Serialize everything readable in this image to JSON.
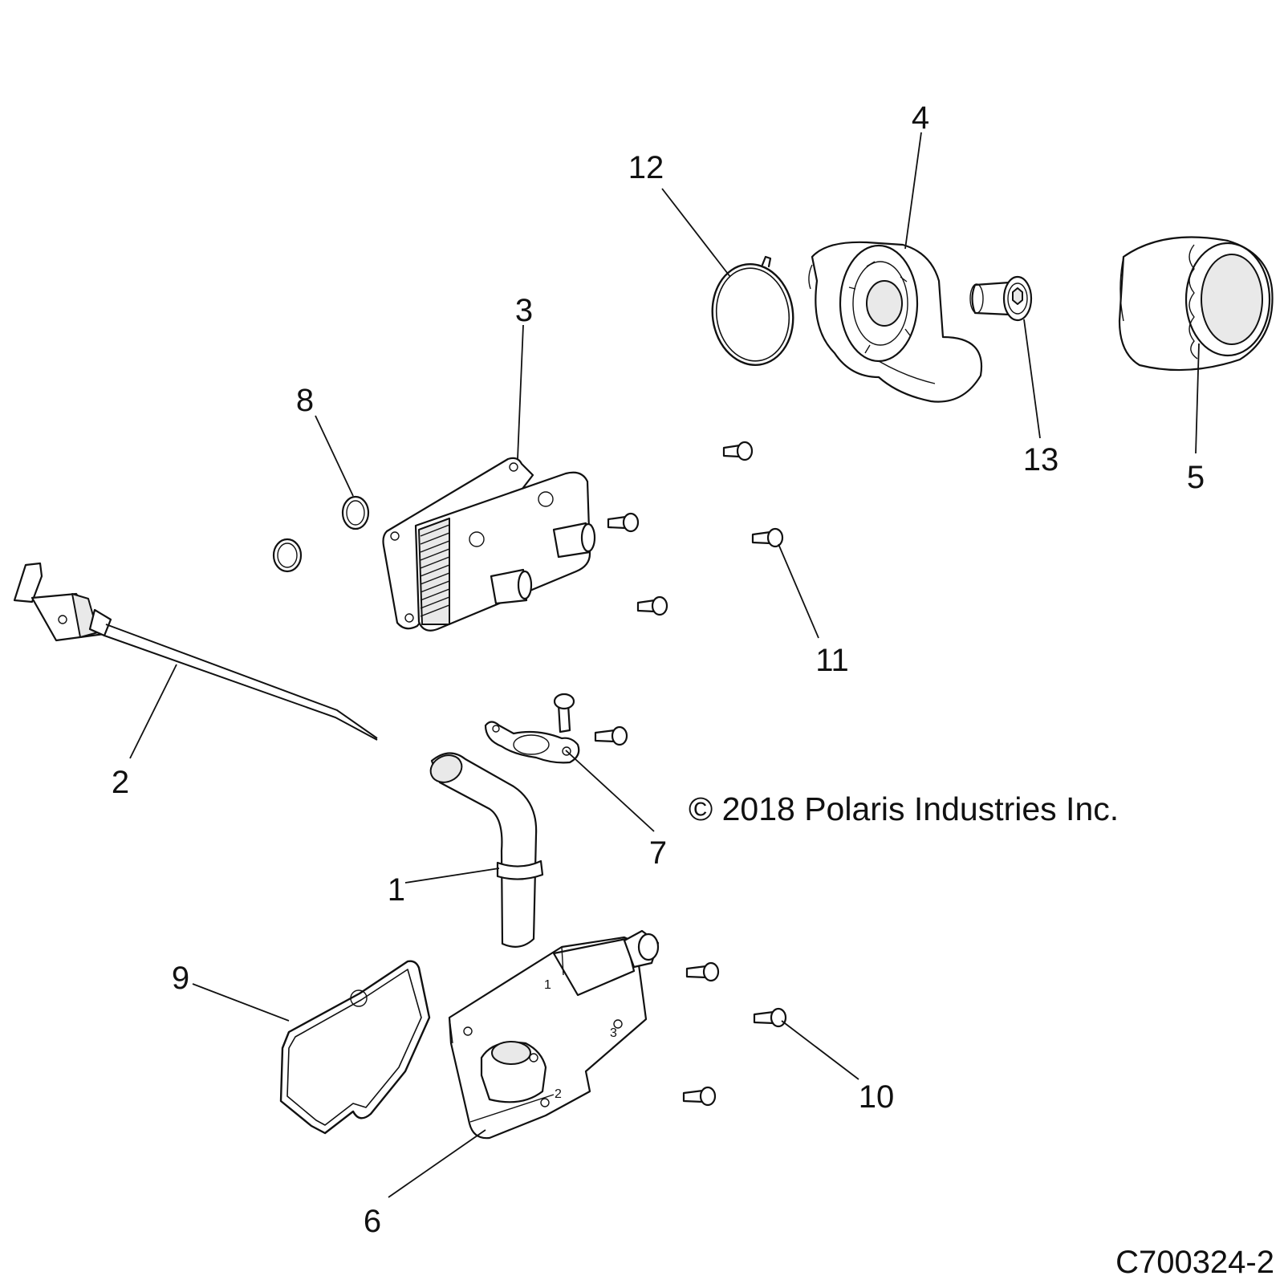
{
  "copyright": "© 2018 Polaris Industries Inc.",
  "drawing_number": "C700324-2",
  "callouts": [
    "1",
    "2",
    "3",
    "4",
    "5",
    "6",
    "7",
    "8",
    "9",
    "10",
    "11",
    "12",
    "13"
  ],
  "housing_marks": [
    "1",
    "2",
    "3"
  ]
}
